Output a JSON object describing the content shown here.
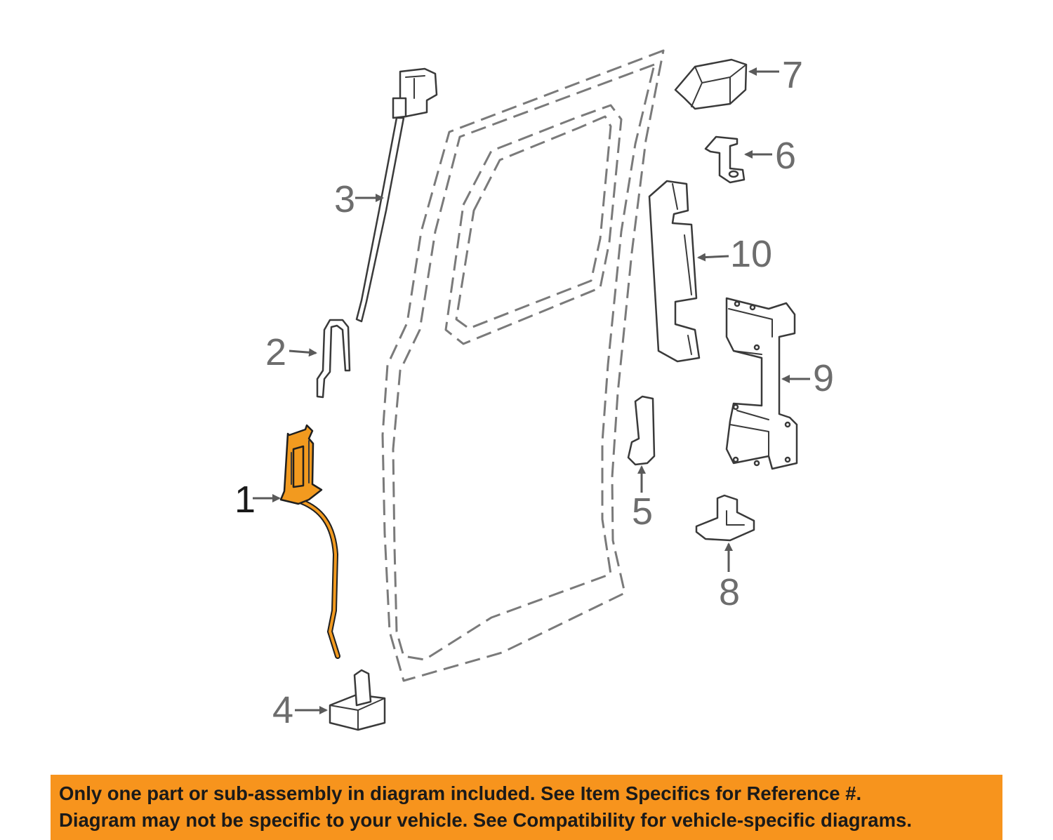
{
  "diagram": {
    "highlight_color": "#f7941d",
    "highlighted_part": "1",
    "callouts": {
      "c1": "1",
      "c2": "2",
      "c3": "3",
      "c4": "4",
      "c5": "5",
      "c6": "6",
      "c7": "7",
      "c8": "8",
      "c9": "9",
      "c10": "10"
    }
  },
  "disclaimer": {
    "line1": "Only one part or sub-assembly in diagram included. See Item Specifics for Reference #.",
    "line2": "Diagram may not be specific to your vehicle. See Compatibility for vehicle-specific diagrams."
  }
}
